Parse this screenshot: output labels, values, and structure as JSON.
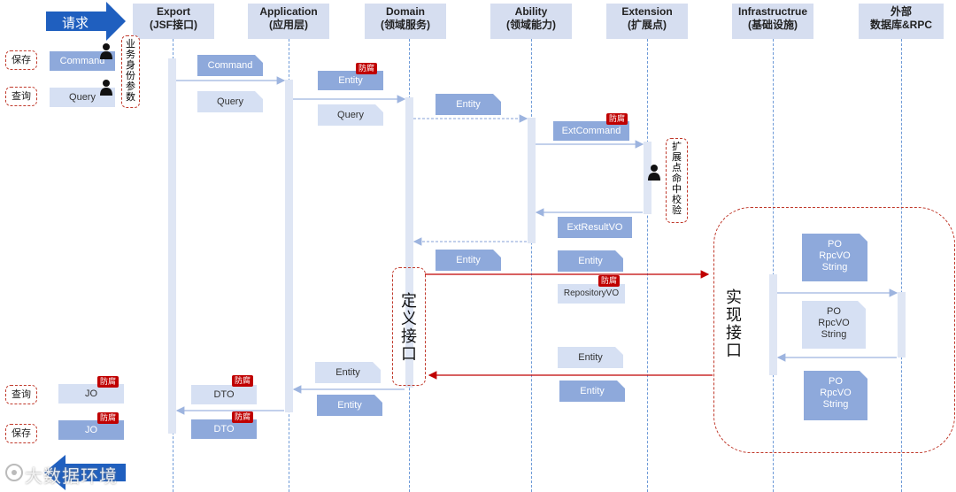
{
  "headers": [
    {
      "line1": "Export",
      "line2": "(JSF接口)"
    },
    {
      "line1": "Application",
      "line2": "(应用层)"
    },
    {
      "line1": "Domain",
      "line2": "(领域服务)"
    },
    {
      "line1": "Ability",
      "line2": "(领域能力)"
    },
    {
      "line1": "Extension",
      "line2": "(扩展点)"
    },
    {
      "line1": "Infrastructrue",
      "line2": "(基础设施)"
    },
    {
      "line1": "外部",
      "line2": "数据库&RPC"
    }
  ],
  "request_label": "请求",
  "side_labels": {
    "save_top": "保存",
    "query_top": "查询",
    "query_bottom": "查询",
    "save_bottom": "保存"
  },
  "client_boxes": {
    "command": "Command",
    "query": "Query",
    "jo_query": "JO",
    "jo_save": "JO"
  },
  "biz_identity": [
    "业",
    "务",
    "身",
    "份",
    "参",
    "数"
  ],
  "ext_check": [
    "扩",
    "展",
    "点",
    "命",
    "中",
    "校",
    "验"
  ],
  "define_interface": [
    "定",
    "义",
    "接",
    "口"
  ],
  "impl_interface": [
    "实",
    "现",
    "接",
    "口"
  ],
  "anticorruption": "防腐",
  "messages": {
    "export_command": "Command",
    "export_query": "Query",
    "app_entity": "Entity",
    "app_query": "Query",
    "dom_entity_1": "Entity",
    "ext_command": "ExtCommand",
    "ext_result": "ExtResultVO",
    "dom_entity_2": "Entity",
    "ab_entity": "Entity",
    "repository_vo": "RepositoryVO",
    "ab_entity_2": "Entity",
    "ab_entity_3": "Entity",
    "app_entity_2": "Entity",
    "app_entity_3": "Entity",
    "dto_1": "DTO",
    "dto_2": "DTO"
  },
  "po_stacks": [
    [
      "PO",
      "RpcVO",
      "String"
    ],
    [
      "PO",
      "RpcVO",
      "String"
    ],
    [
      "PO",
      "RpcVO",
      "String"
    ]
  ],
  "watermark": "大数据环境"
}
